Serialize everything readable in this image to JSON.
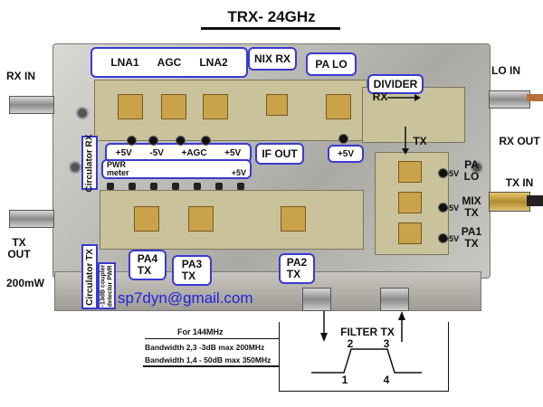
{
  "title": "TRX- 24GHz",
  "labels": {
    "rx_in": "RX IN",
    "tx_out": "TX OUT",
    "power": "200mW",
    "lna1": "LNA1",
    "agc": "AGC",
    "lna2": "LNA2",
    "nix_rx": "NIX RX",
    "pa_lo_top": "PA LO",
    "divider": "DIVIDER",
    "lo_in": "LO IN",
    "rx_out": "RX OUT",
    "rx_arrow": "RX",
    "tx_arrow": "TX",
    "v_plus5_a": "+5V",
    "v_minus5_a": "-5V",
    "v_agc": "+AGC",
    "v_plus5_b": "+5V",
    "if_out": "IF OUT",
    "v_plus5_ifout": "+5V",
    "pwr_meter": "PWR\nmeter",
    "v_plus5_pwr": "+5V",
    "circ_rx": "Circulator RX",
    "circ_tx": "Circulator TX",
    "coupler": "-13dB coupler\ndetector PWR",
    "pa4": "PA4\nTX",
    "pa3": "PA3\nTX",
    "pa2": "PA2\nTX",
    "pa_lo_right": "PA\nLO",
    "mix_tx": "MIX\nTX",
    "pa1_tx": "PA1\nTX",
    "v_pa_lo": "+5V",
    "v_mix": "+5V",
    "v_pa1": "+5V",
    "tx_in": "TX IN",
    "email": "sp7dyn@gmail.com"
  },
  "filter": {
    "title": "FILTER TX",
    "for": "For  144MHz",
    "bw1": "Bandwidth 2,3  -3dB max 200MHz",
    "bw2": "Bandwidth 1,4 - 50dB max 350MHz",
    "p1": "1",
    "p2": "2",
    "p3": "3",
    "p4": "4"
  },
  "colors": {
    "box_border": "#3a3ad0",
    "email": "#2222dd",
    "enclosure": "#b9b9b4"
  }
}
